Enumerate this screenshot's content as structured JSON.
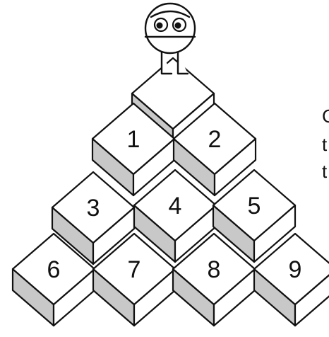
{
  "diagram": {
    "robot": {
      "icon": "robot-icon"
    },
    "cubes": [
      {
        "label": ""
      },
      {
        "label": "1"
      },
      {
        "label": "2"
      },
      {
        "label": "3"
      },
      {
        "label": "4"
      },
      {
        "label": "5"
      },
      {
        "label": "6"
      },
      {
        "label": "7"
      },
      {
        "label": "8"
      },
      {
        "label": "9"
      }
    ],
    "cropped_text_lines": [
      "C",
      "t",
      "t"
    ],
    "colors": {
      "top": "#ffffff",
      "side": "#c8c8c8",
      "stroke": "#111111"
    }
  }
}
